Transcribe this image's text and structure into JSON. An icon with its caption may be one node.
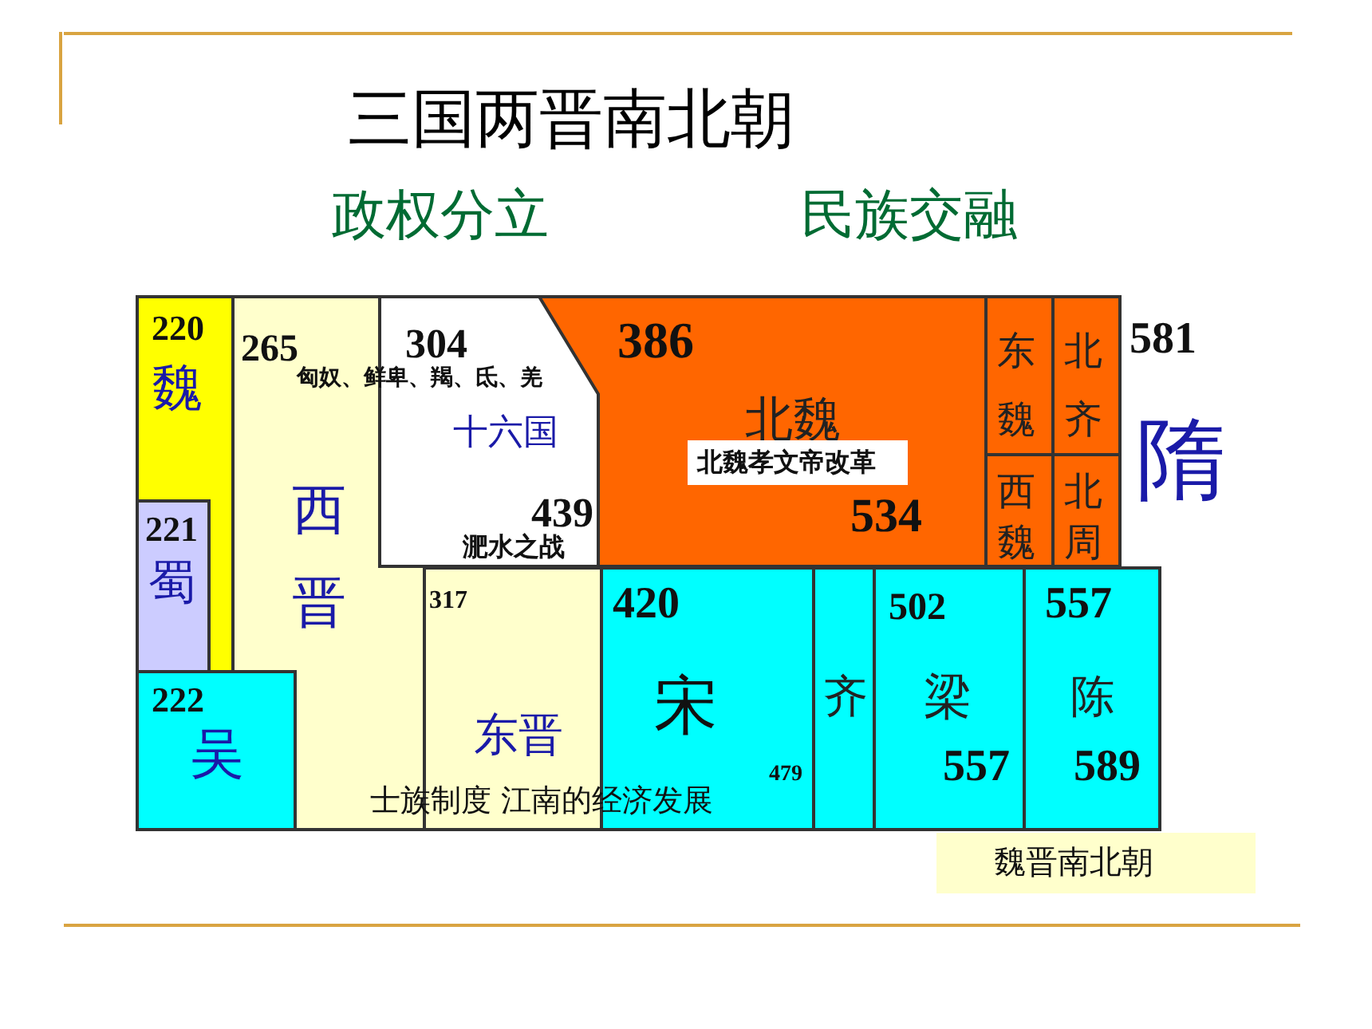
{
  "diagram": {
    "title": "三国两晋南北朝",
    "nodes": [
      {
        "text": [
          "220",
          "魏"
        ]
      },
      {
        "text": [
          "221",
          "蜀"
        ],
        "in": 0
      },
      {
        "text": [
          "222",
          "吴"
        ]
      },
      {
        "text": [
          "265",
          "西晋"
        ]
      },
      {
        "text": [
          "304",
          "十六国",
          "439"
        ]
      },
      {
        "text": [
          "386",
          "北魏",
          "534"
        ]
      },
      {
        "text": [
          "北魏孝文帝改革"
        ],
        "in": 5
      },
      {
        "text": [
          "东魏"
        ]
      },
      {
        "text": [
          "北齐"
        ]
      },
      {
        "text": [
          "西魏"
        ]
      },
      {
        "text": [
          "北周"
        ]
      },
      {
        "text": [
          "581",
          "隋"
        ]
      },
      {
        "text": [
          "317",
          "东晋"
        ]
      },
      {
        "text": [
          "420",
          "宋",
          "479"
        ]
      },
      {
        "text": [
          "齐"
        ]
      },
      {
        "text": [
          "502",
          "梁",
          "557"
        ]
      },
      {
        "text": [
          "557",
          "陈",
          "589"
        ]
      },
      {
        "text": [
          "魏晋南北朝"
        ]
      }
    ],
    "labels": [
      "政权分立",
      "民族交融",
      "匈奴、鲜卑、羯、氐、羌",
      "淝水之战",
      "士族制度 江南的经济发展"
    ]
  }
}
